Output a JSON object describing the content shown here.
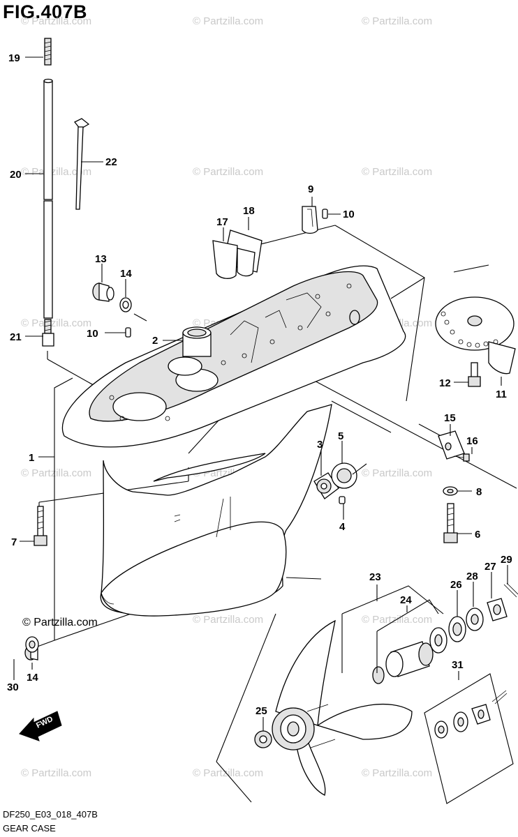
{
  "figure": {
    "title": "FIG.407B",
    "code": "DF250_E03_018_407B",
    "name": "GEAR CASE"
  },
  "watermark": {
    "main": "© Partzilla.com",
    "faint": "© Partzilla.com"
  },
  "callouts": {
    "c1": "1",
    "c2": "2",
    "c3": "3",
    "c4": "4",
    "c5": "5",
    "c6": "6",
    "c7": "7",
    "c8": "8",
    "c9": "9",
    "c10a": "10",
    "c10b": "10",
    "c11": "11",
    "c12": "12",
    "c13": "13",
    "c14a": "14",
    "c14b": "14",
    "c15": "15",
    "c16": "16",
    "c17": "17",
    "c18": "18",
    "c19": "19",
    "c20": "20",
    "c21": "21",
    "c22": "22",
    "c23": "23",
    "c24": "24",
    "c25": "25",
    "c26": "26",
    "c27": "27",
    "c28": "28",
    "c29": "29",
    "c30": "30",
    "c31": "31"
  },
  "badge": {
    "fwd": "FWD"
  }
}
